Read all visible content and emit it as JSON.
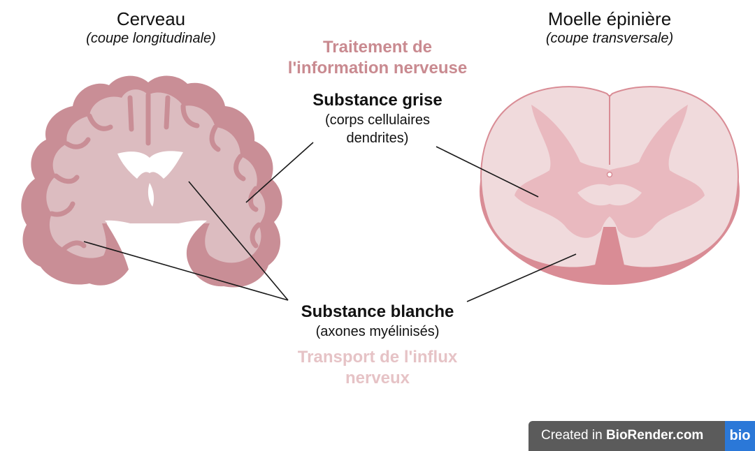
{
  "brain": {
    "title": "Cerveau",
    "subtitle": "(coupe longitudinale)"
  },
  "spinal_cord": {
    "title": "Moelle épinière",
    "subtitle": "(coupe transversale)"
  },
  "grey_matter": {
    "function_line1": "Traitement de",
    "function_line2": "l'information nerveuse",
    "label": "Substance grise",
    "desc_line1": "(corps cellulaires",
    "desc_line2": "dendrites)"
  },
  "white_matter": {
    "label": "Substance blanche",
    "desc": "(axones myélinisés)",
    "function_line1": "Transport de l'influx",
    "function_line2": "nerveux"
  },
  "colors": {
    "grey_matter_func": "#c98a90",
    "white_matter_func": "#e6c3c6",
    "brain_outer": "#c98e96",
    "brain_inner": "#dcbcc0",
    "cord_white": "#f0dadc",
    "cord_grey": "#e9b9bf",
    "cord_edge": "#d98c95"
  },
  "badge": {
    "prefix": "Created in ",
    "brand": "BioRender.com",
    "logo": "bio"
  }
}
